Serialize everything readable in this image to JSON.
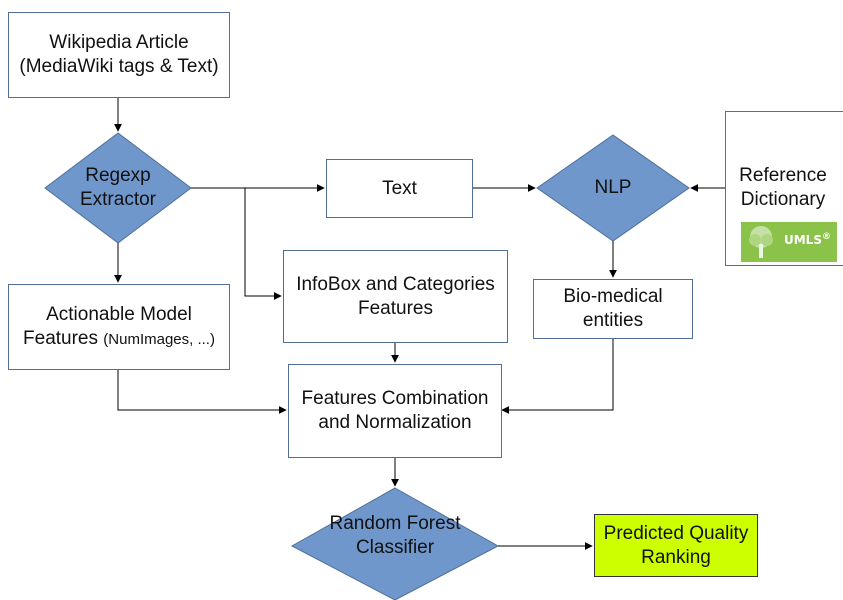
{
  "nodes": {
    "wikipedia": {
      "line1": "Wikipedia Article",
      "line2": "(MediaWiki tags & Text)"
    },
    "regexp": {
      "line1": "Regexp",
      "line2": "Extractor"
    },
    "text": {
      "label": "Text"
    },
    "nlp": {
      "label": "NLP"
    },
    "reference": {
      "line1": "Reference",
      "line2": "Dictionary",
      "logo_text": "UMLS",
      "logo_mark": "®"
    },
    "actionable": {
      "line1": "Actionable Model",
      "line2": "Features",
      "line3": "(NumImages, ...)"
    },
    "infobox": {
      "line1": "InfoBox and Categories",
      "line2": "Features"
    },
    "biomedical": {
      "line1": "Bio-medical",
      "line2": "entities"
    },
    "combination": {
      "line1": "Features Combination",
      "line2": "and Normalization"
    },
    "random_forest": {
      "line1": "Random",
      "line2": "Forest Classifier"
    },
    "predicted": {
      "line1": "Predicted Quality",
      "line2": "Ranking"
    }
  },
  "colors": {
    "diamond_fill": "#7097cc",
    "box_border": "#4f6f99",
    "highlight_fill": "#ccff00",
    "arrow": "#000000"
  }
}
